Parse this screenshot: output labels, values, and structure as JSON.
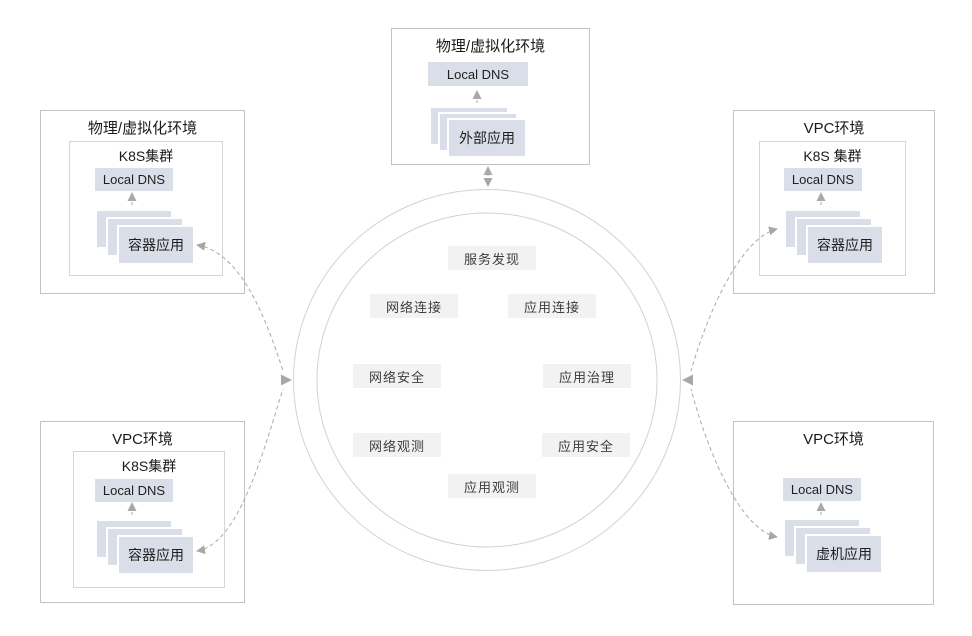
{
  "environments": {
    "top": {
      "title": "物理/虚拟化环境",
      "dns_label": "Local DNS",
      "app_label": "外部应用"
    },
    "top_left": {
      "title": "物理/虚拟化环境",
      "cluster_label": "K8S集群",
      "dns_label": "Local DNS",
      "app_label": "容器应用"
    },
    "top_right": {
      "title": "VPC环境",
      "cluster_label": "K8S 集群",
      "dns_label": "Local DNS",
      "app_label": "容器应用"
    },
    "bottom_left": {
      "title": "VPC环境",
      "cluster_label": "K8S集群",
      "dns_label": "Local DNS",
      "app_label": "容器应用"
    },
    "bottom_right": {
      "title": "VPC环境",
      "dns_label": "Local DNS",
      "app_label": "虚机应用"
    }
  },
  "capabilities": {
    "service_discovery": "服务发现",
    "network_connection": "网络连接",
    "app_connection": "应用连接",
    "network_security": "网络安全",
    "app_governance": "应用治理",
    "network_observability": "网络观测",
    "app_security": "应用安全",
    "app_observability": "应用观测"
  },
  "colors": {
    "node_fill": "#d9dee9",
    "capability_bg": "#f2f2f2",
    "arrow": "#a8a8a8",
    "outer_box_border": "#c2c2c2",
    "inner_box_border": "#d6d6d6",
    "circle_stroke": "#d2d2d2"
  }
}
